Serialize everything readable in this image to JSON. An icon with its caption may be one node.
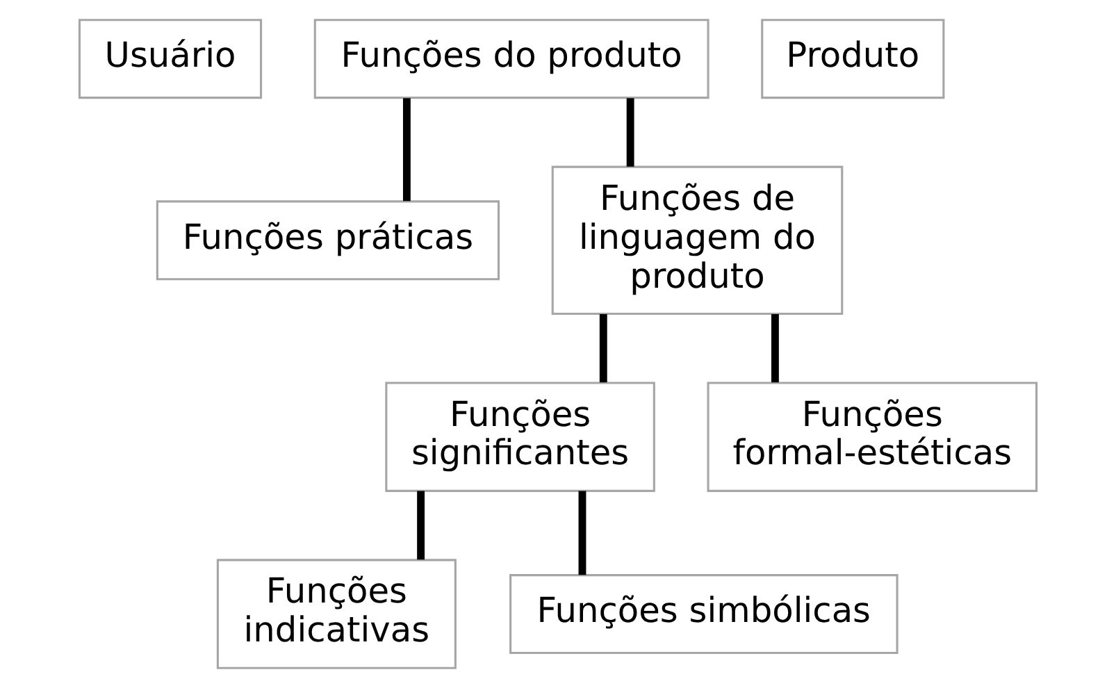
{
  "diagram": {
    "nodes": [
      {
        "text": [
          "Usuário"
        ]
      },
      {
        "text": [
          "Funções do produto"
        ]
      },
      {
        "text": [
          "Produto"
        ]
      },
      {
        "text": [
          "Funções práticas"
        ]
      },
      {
        "text": [
          "Funções de linguagem do produto"
        ]
      },
      {
        "text": [
          "Funções significantes"
        ]
      },
      {
        "text": [
          "Funções formal-estéticas"
        ]
      },
      {
        "text": [
          "Funções indicativas"
        ]
      },
      {
        "text": [
          "Funções simbólicas"
        ]
      }
    ],
    "edges": [
      {
        "from": 1,
        "to": 3,
        "arrow": "none"
      },
      {
        "from": 1,
        "to": 4,
        "arrow": "none"
      },
      {
        "from": 4,
        "to": 5,
        "arrow": "none"
      },
      {
        "from": 4,
        "to": 6,
        "arrow": "none"
      },
      {
        "from": 5,
        "to": 7,
        "arrow": "none"
      },
      {
        "from": 5,
        "to": 8,
        "arrow": "none"
      }
    ]
  }
}
